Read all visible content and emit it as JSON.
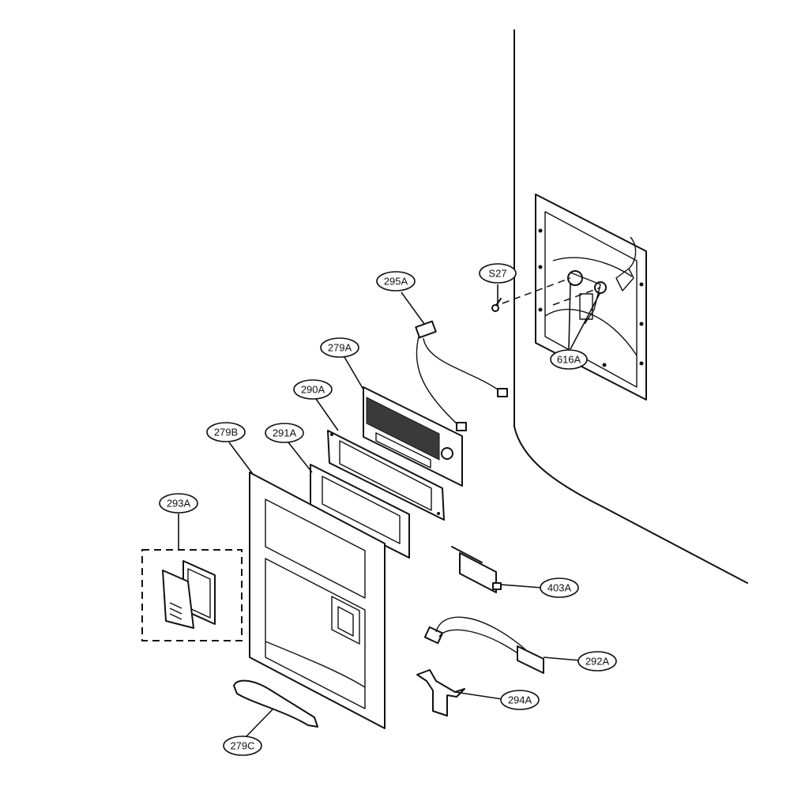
{
  "parts": [
    {
      "id": "s27",
      "label": "S27"
    },
    {
      "id": "616a",
      "label": "616A"
    },
    {
      "id": "295a",
      "label": "295A"
    },
    {
      "id": "279a",
      "label": "279A"
    },
    {
      "id": "290a",
      "label": "290A"
    },
    {
      "id": "279b",
      "label": "279B"
    },
    {
      "id": "291a",
      "label": "291A"
    },
    {
      "id": "293a",
      "label": "293A"
    },
    {
      "id": "403a",
      "label": "403A"
    },
    {
      "id": "292a",
      "label": "292A"
    },
    {
      "id": "294a",
      "label": "294A"
    },
    {
      "id": "279c",
      "label": "279C"
    }
  ]
}
